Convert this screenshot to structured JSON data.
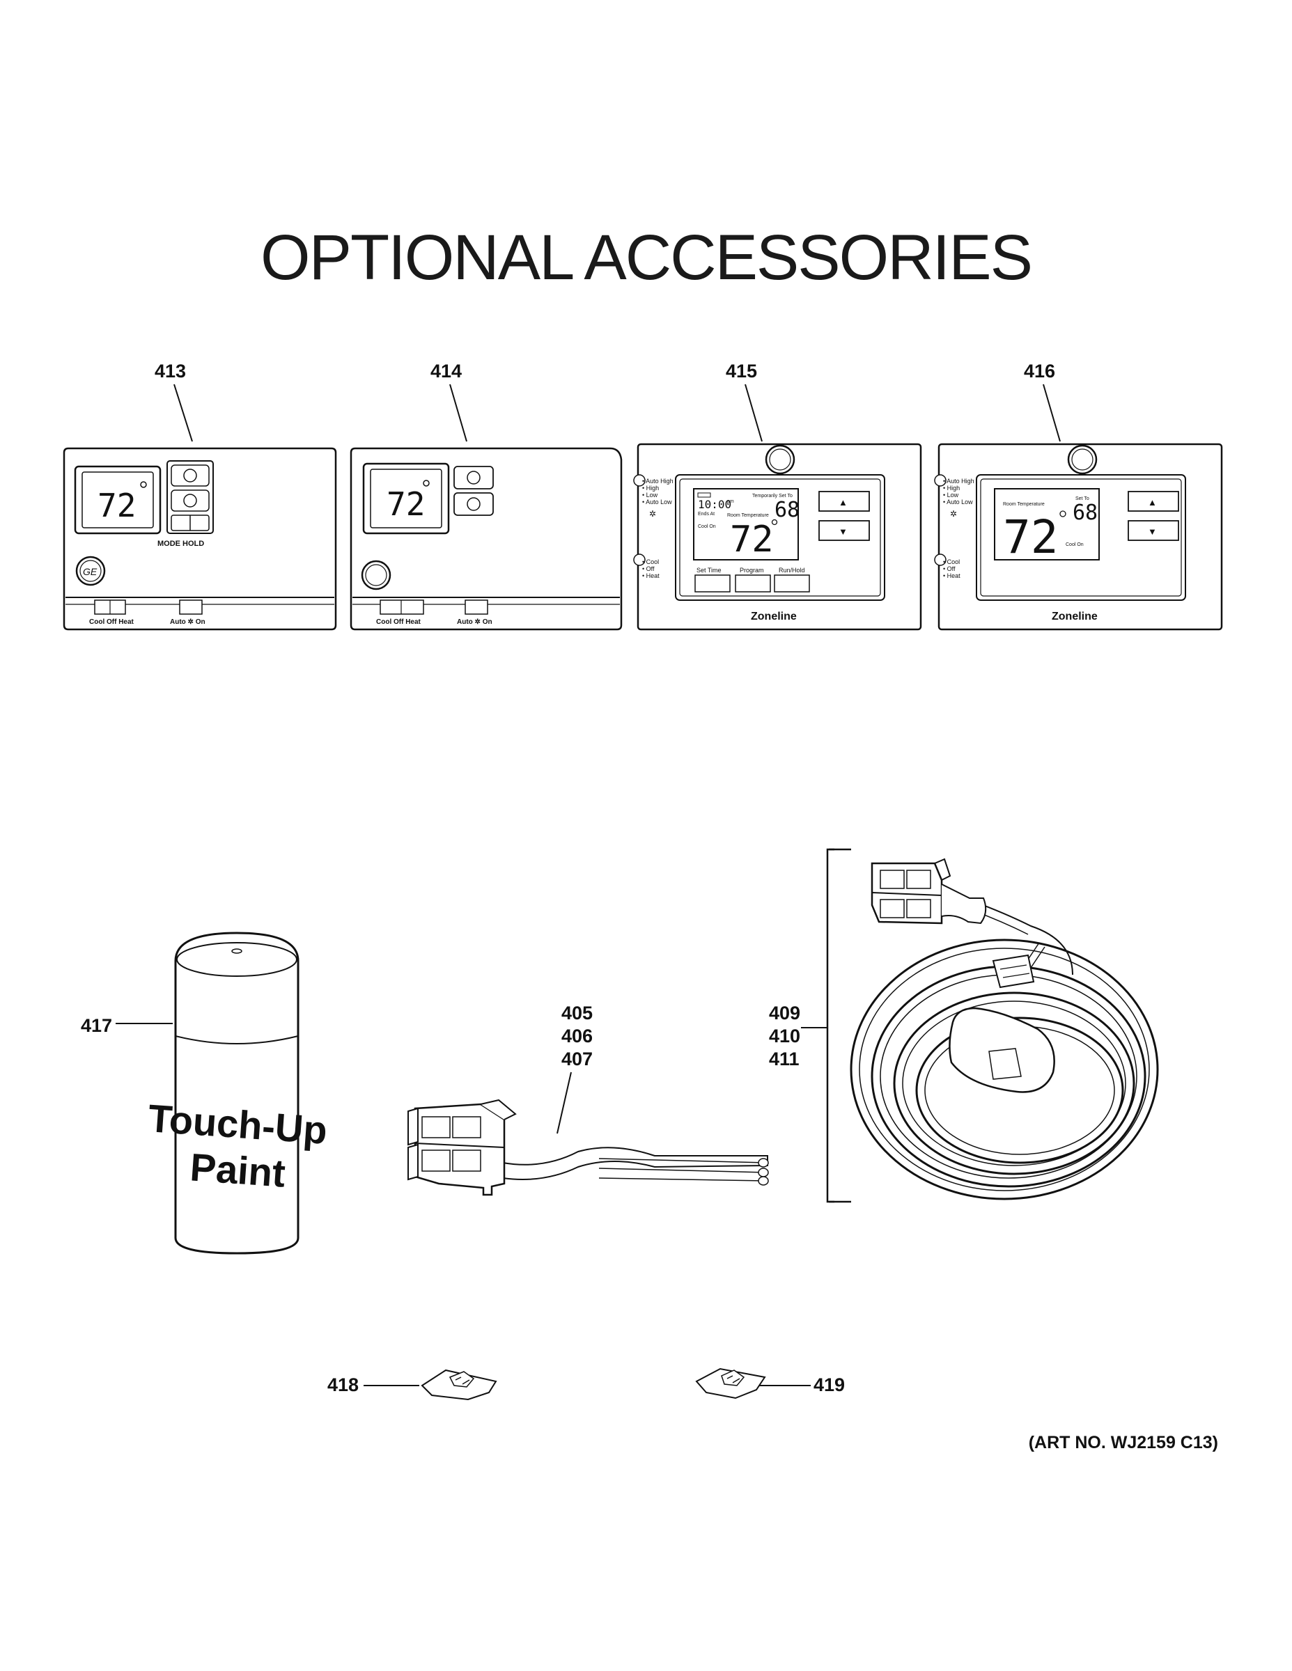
{
  "title": "OPTIONAL ACCESSORIES",
  "art_number": "(ART NO. WJ2159 C13)",
  "thermostats": {
    "t413": {
      "callout": "413",
      "display": "72",
      "buttons_label": "MODE HOLD",
      "switch1_label": "Cool  Off  Heat",
      "switch2_label": "Auto ✲ On"
    },
    "t414": {
      "callout": "414",
      "display": "72",
      "switch1_label": "Cool  Off  Heat",
      "switch2_label": "Auto ✲ On"
    },
    "t415": {
      "callout": "415",
      "fan_labels": [
        "• Auto High",
        "• High",
        "• Low",
        "• Auto Low"
      ],
      "mode_labels": [
        "• Cool",
        "• Off",
        "• Heat"
      ],
      "time": "10:00",
      "time_suffix": "pm",
      "ends_at": "Ends At",
      "temporarily_set_to": "Temporarily Set To",
      "set_value": "68",
      "room_temperature": "Room Temperature",
      "cool_on": "Cool On",
      "room_value": "72",
      "buttons": [
        "Set Time",
        "Program",
        "Run/Hold"
      ],
      "brand": "Zoneline",
      "up_arrow": "▲",
      "down_arrow": "▼"
    },
    "t416": {
      "callout": "416",
      "fan_labels": [
        "• Auto High",
        "• High",
        "• Low",
        "• Auto Low"
      ],
      "mode_labels": [
        "• Cool",
        "• Off",
        "• Heat"
      ],
      "room_temperature": "Room Temperature",
      "set_to": "Set To",
      "set_value": "68",
      "room_value": "72",
      "cool_on": "Cool On",
      "brand": "Zoneline",
      "up_arrow": "▲",
      "down_arrow": "▼"
    }
  },
  "paint": {
    "callout": "417",
    "label_line1": "Touch-Up",
    "label_line2": "Paint"
  },
  "harness_short": {
    "callouts": [
      "405",
      "406",
      "407"
    ]
  },
  "harness_long": {
    "callouts": [
      "409",
      "410",
      "411"
    ]
  },
  "clips": {
    "left_callout": "418",
    "right_callout": "419"
  },
  "logo_text": "GE"
}
